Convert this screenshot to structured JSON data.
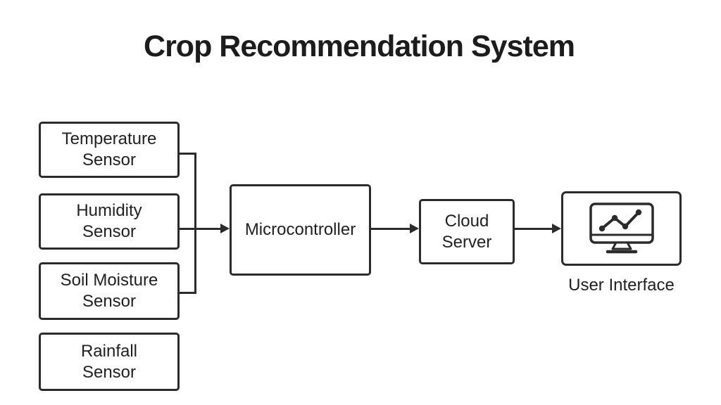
{
  "title": "Crop Recommendation System",
  "nodes": {
    "temperature_sensor": {
      "label": "Temperature\nSensor"
    },
    "humidity_sensor": {
      "label": "Humidity\nSensor"
    },
    "soil_moisture_sensor": {
      "label": "Soil Moisture\nSensor"
    },
    "rainfall_sensor": {
      "label": "Rainfall\nSensor"
    },
    "microcontroller": {
      "label": "Microcontroller"
    },
    "cloud_server": {
      "label": "Cloud\nServer"
    },
    "user_interface": {
      "label": "User Interface",
      "icon": "monitor-line-chart-icon"
    }
  },
  "connections": [
    {
      "from": "temperature_sensor",
      "to": "microcontroller",
      "via": "bracket"
    },
    {
      "from": "humidity_sensor",
      "to": "microcontroller",
      "via": "arrow"
    },
    {
      "from": "soil_moisture_sensor",
      "to": "microcontroller",
      "via": "bracket"
    },
    {
      "from": "microcontroller",
      "to": "cloud_server",
      "via": "arrow"
    },
    {
      "from": "cloud_server",
      "to": "user_interface",
      "via": "arrow"
    }
  ],
  "colors": {
    "background": "#ffffff",
    "stroke": "#2b2b2b",
    "text": "#212121"
  }
}
